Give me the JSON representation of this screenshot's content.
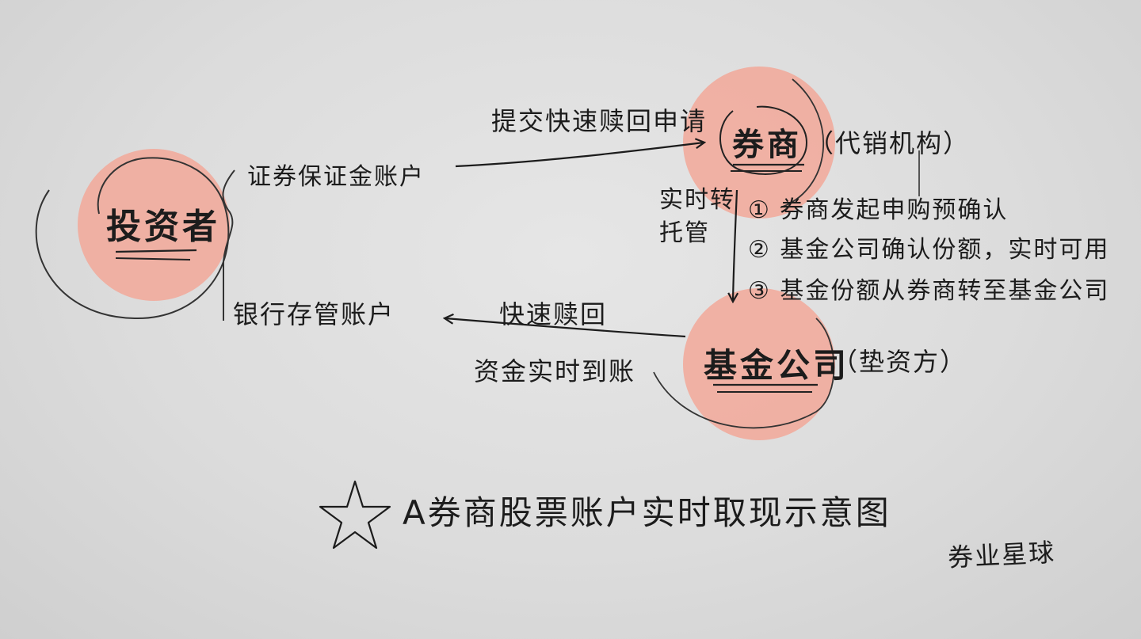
{
  "nodes": {
    "investor": "投资者",
    "broker": "券商",
    "broker_note": "（代销机构）",
    "fund": "基金公司",
    "fund_note": "（垫资方）"
  },
  "edges": {
    "securities_account": "证券保证金账户",
    "bank_account": "银行存管账户",
    "submit_request": "提交快速赎回申请",
    "realtime_custody": "实时转托管",
    "fast_redeem": "快速赎回",
    "funds_arrive": "资金实时到账"
  },
  "steps": [
    "① 券商发起申购预确认",
    "② 基金公司确认份额，实时可用",
    "③ 基金份额从券商转至基金公司"
  ],
  "caption": "A券商股票账户实时取现示意图",
  "signature": "券业星球",
  "colors": {
    "highlight": "#f2a899",
    "ink": "#1c1c1c",
    "background": "#dcdcdc"
  },
  "icons": {
    "caption_star": "star-icon"
  }
}
